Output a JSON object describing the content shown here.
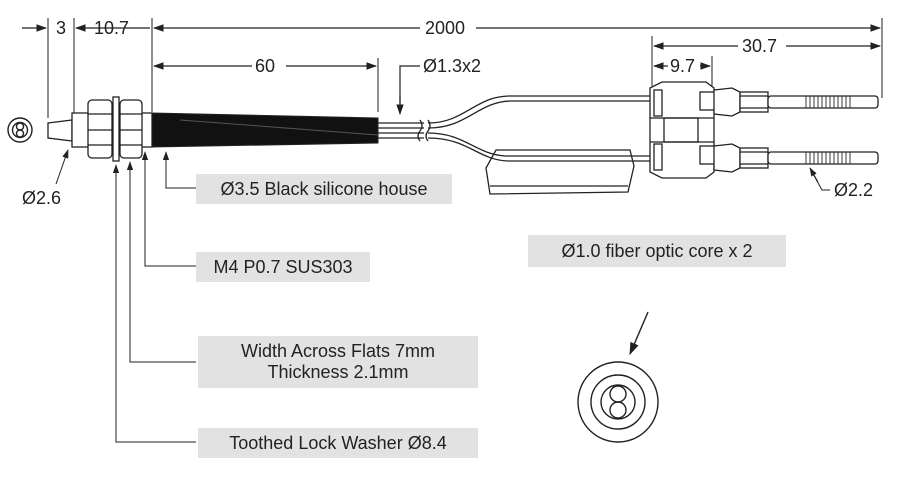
{
  "dimensions": {
    "d3": "3",
    "d10_7": "10.7",
    "d2000": "2000",
    "d60": "60",
    "d1_3x2": "Ø1.3x2",
    "d9_7": "9.7",
    "d30_7": "30.7",
    "d2_6": "Ø2.6",
    "d2_2": "Ø2.2"
  },
  "callouts": {
    "house": "Ø3.5 Black silicone house",
    "thread": "M4 P0.7 SUS303",
    "flats_line1": "Width Across Flats 7mm",
    "flats_line2": "Thickness 2.1mm",
    "washer": "Toothed Lock Washer Ø8.4",
    "core": "Ø1.0 fiber optic core x 2"
  }
}
